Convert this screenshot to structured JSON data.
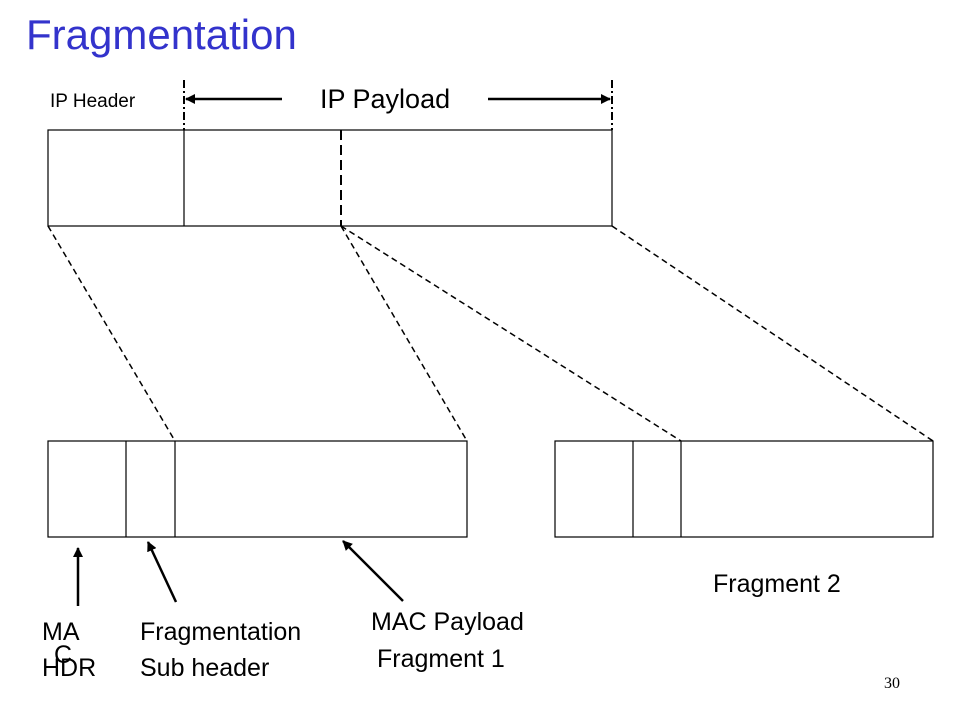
{
  "title": "Fragmentation",
  "labels": {
    "ip_header": "IP Header",
    "ip_payload": "IP Payload",
    "fragment_2": "Fragment 2",
    "mac_hdr_line1": "MA",
    "mac_hdr_overlap": "C",
    "mac_hdr_line2": "HDR",
    "frag_subheader_line1": "Fragmentation",
    "frag_subheader_line2": "Sub header",
    "mac_payload_line1": "MAC Payload",
    "mac_payload_line2": "Fragment 1"
  },
  "page_number": "30"
}
